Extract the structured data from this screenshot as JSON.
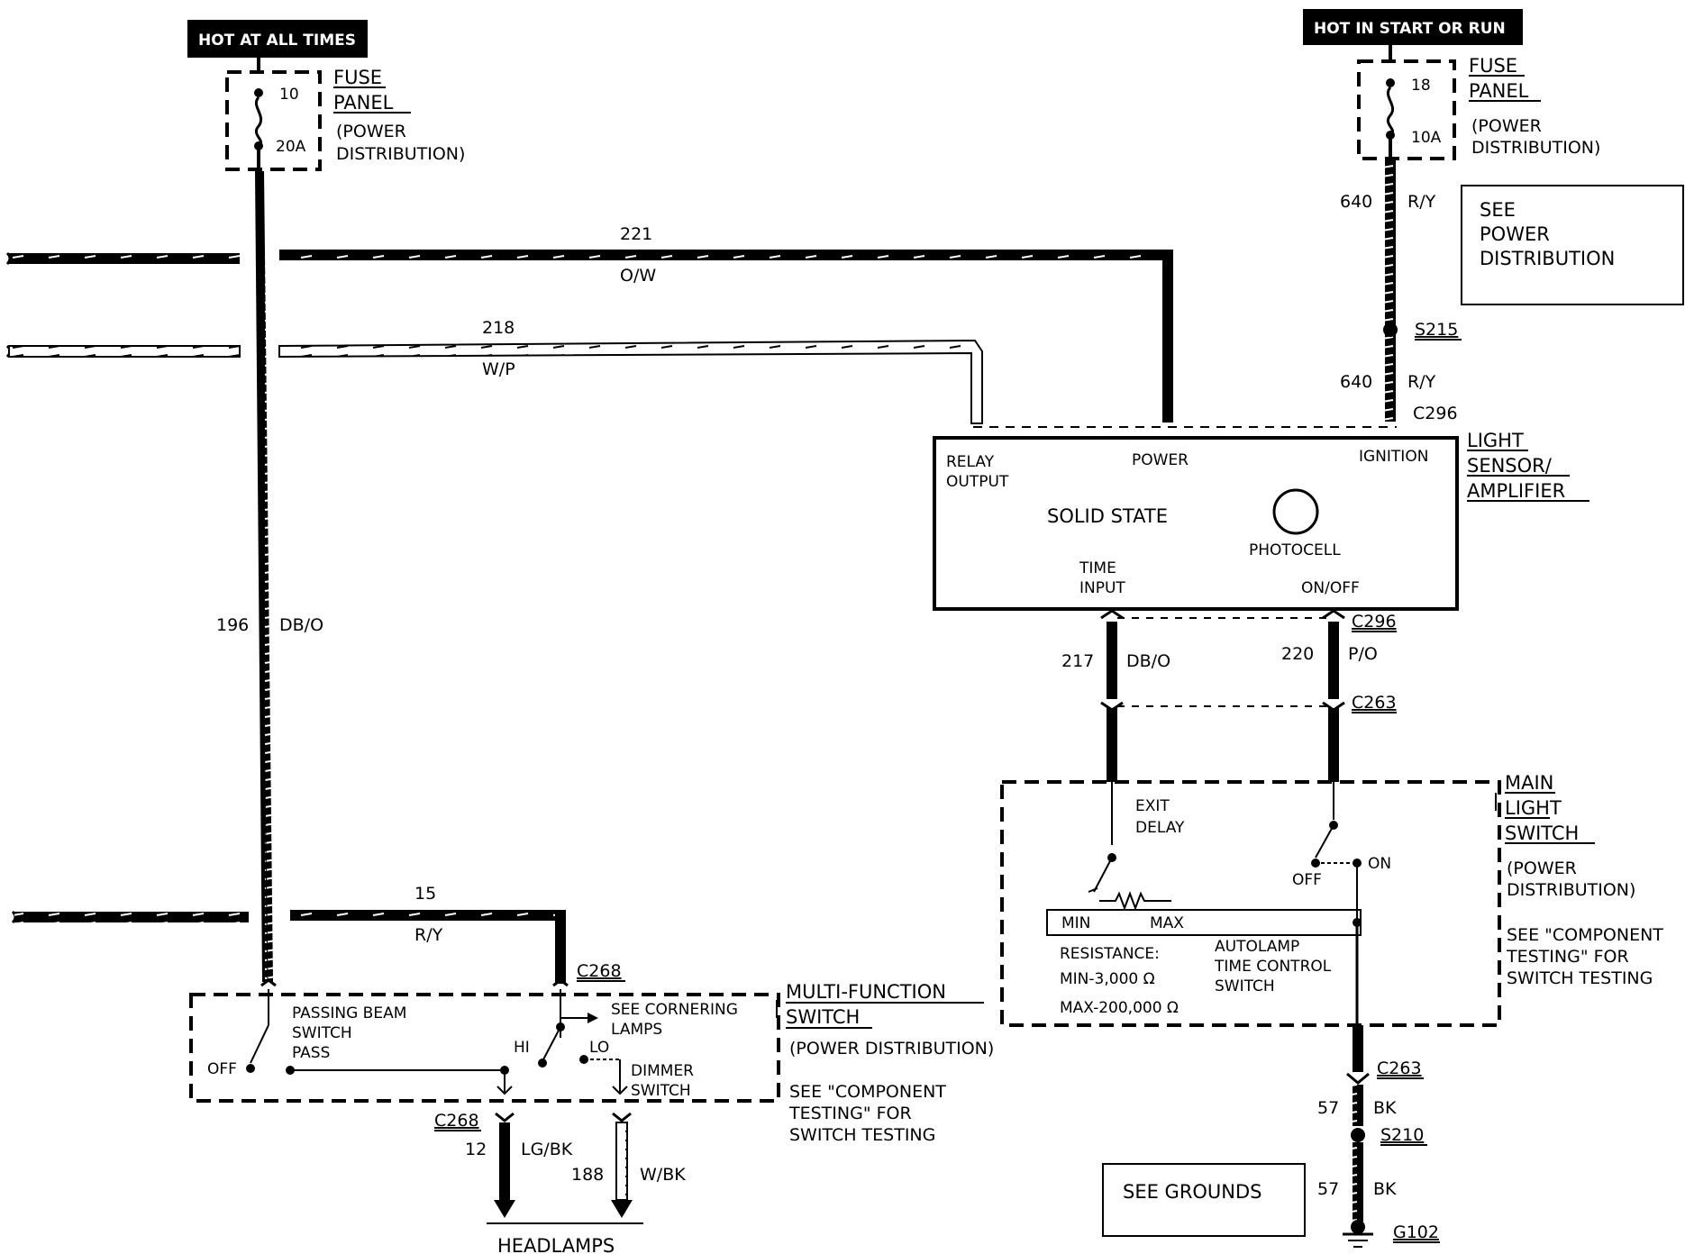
{
  "headers": {
    "hot_at_all_times": "HOT AT ALL TIMES",
    "hot_in_start_or_run": "HOT IN START OR RUN"
  },
  "fuse_left": {
    "number": "10",
    "rating": "20A",
    "title1": "FUSE",
    "title2": "PANEL",
    "sub1": "(POWER",
    "sub2": "DISTRIBUTION)"
  },
  "fuse_right": {
    "number": "18",
    "rating": "10A",
    "title1": "FUSE",
    "title2": "PANEL",
    "sub1": "(POWER",
    "sub2": "DISTRIBUTION)"
  },
  "wires": {
    "w221": {
      "circuit": "221",
      "color": "O/W"
    },
    "w218": {
      "circuit": "218",
      "color": "W/P"
    },
    "w196": {
      "circuit": "196",
      "color": "DB/O"
    },
    "w15": {
      "circuit": "15",
      "color": "R/Y"
    },
    "w640a": {
      "circuit": "640",
      "color": "R/Y"
    },
    "w640b": {
      "circuit": "640",
      "color": "R/Y"
    },
    "w217": {
      "circuit": "217",
      "color": "DB/O"
    },
    "w220": {
      "circuit": "220",
      "color": "P/O"
    },
    "w12": {
      "circuit": "12",
      "color": "LG/BK"
    },
    "w188": {
      "circuit": "188",
      "color": "W/BK"
    },
    "w57a": {
      "circuit": "57",
      "color": "BK"
    },
    "w57b": {
      "circuit": "57",
      "color": "BK"
    }
  },
  "connectors": {
    "c296_top": "C296",
    "c296_bot": "C296",
    "c263_top": "C263",
    "c263_bot": "C263",
    "c268_top": "C268",
    "c268_bot": "C268",
    "s215": "S215",
    "s210": "S210",
    "g102": "G102"
  },
  "see_power_distribution": [
    "SEE",
    "POWER",
    "DISTRIBUTION"
  ],
  "see_grounds": "SEE GROUNDS",
  "sensor": {
    "title": [
      "LIGHT",
      "SENSOR/",
      "AMPLIFIER"
    ],
    "relay_output": [
      "RELAY",
      "OUTPUT"
    ],
    "power": "POWER",
    "ignition": "IGNITION",
    "solid_state": "SOLID STATE",
    "photocell": "PHOTOCELL",
    "time_input": [
      "TIME",
      "INPUT"
    ],
    "on_off": "ON/OFF"
  },
  "main_switch": {
    "title": [
      "MAIN",
      "LIGHT",
      "SWITCH"
    ],
    "sub": [
      "(POWER",
      "DISTRIBUTION)"
    ],
    "see": [
      "SEE \"COMPONENT",
      "TESTING\" FOR",
      "SWITCH TESTING"
    ],
    "exit_delay": [
      "EXIT",
      "DELAY"
    ],
    "off": "OFF",
    "on": "ON",
    "min": "MIN",
    "max": "MAX",
    "resistance": "RESISTANCE:",
    "min_value": "MIN-3,000 Ω",
    "max_value": "MAX-200,000 Ω",
    "autolamp": [
      "AUTOLAMP",
      "TIME CONTROL",
      "SWITCH"
    ]
  },
  "multi_switch": {
    "title": [
      "MULTI-FUNCTION",
      "SWITCH"
    ],
    "sub": "(POWER DISTRIBUTION)",
    "see": [
      "SEE \"COMPONENT",
      "TESTING\" FOR",
      "SWITCH TESTING"
    ],
    "passing": [
      "PASSING BEAM",
      "SWITCH",
      "PASS"
    ],
    "off": "OFF",
    "hi": "HI",
    "lo": "LO",
    "cornering": [
      "SEE CORNERING",
      "LAMPS"
    ],
    "dimmer": [
      "DIMMER",
      "SWITCH"
    ]
  },
  "headlamps": "HEADLAMPS"
}
